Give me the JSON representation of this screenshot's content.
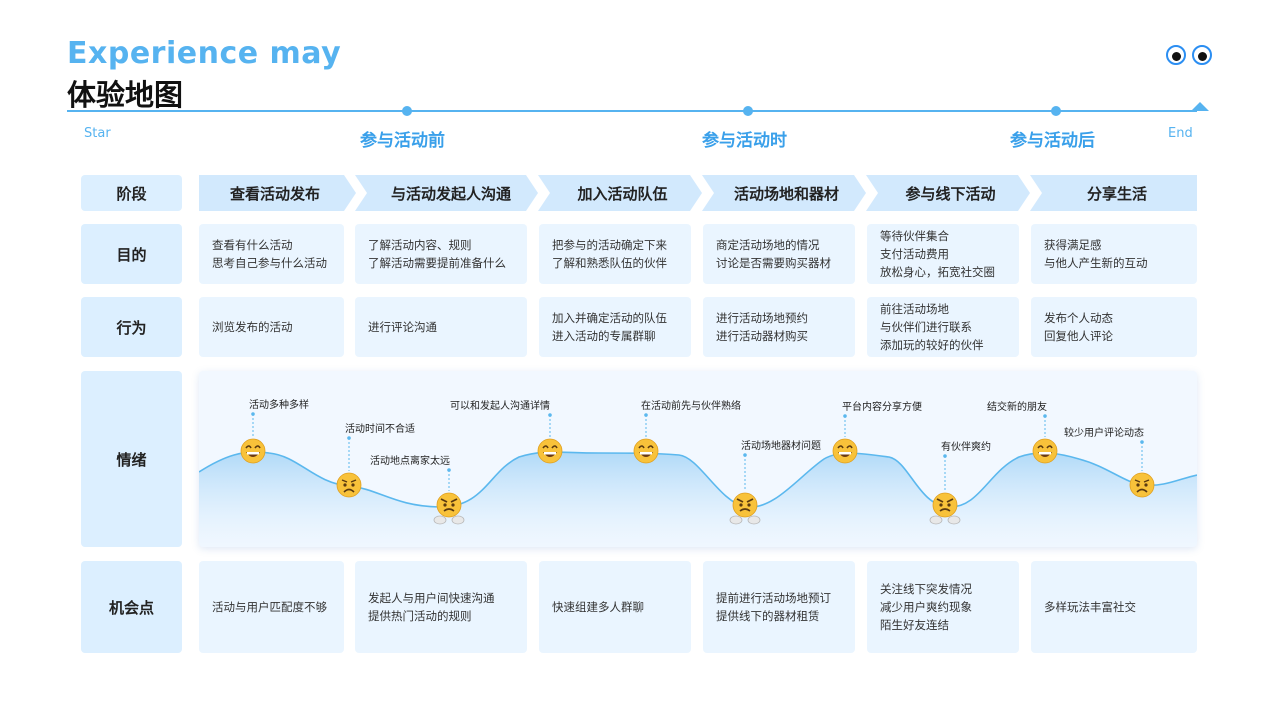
{
  "header": {
    "title_en": "Experience may",
    "title_cn": "体验地图"
  },
  "timeline": {
    "start": "Star",
    "end": "End",
    "phases": [
      "参与活动前",
      "参与活动时",
      "参与活动后"
    ]
  },
  "rows": {
    "stage_label": "阶段",
    "goal_label": "目的",
    "behavior_label": "行为",
    "emotion_label": "情绪",
    "opportunity_label": "机会点"
  },
  "stages": [
    "查看活动发布",
    "与活动发起人沟通",
    "加入活动队伍",
    "活动场地和器材",
    "参与线下活动",
    "分享生活"
  ],
  "goals": [
    [
      "查看有什么活动",
      "思考自己参与什么活动"
    ],
    [
      "了解活动内容、规则",
      "了解活动需要提前准备什么"
    ],
    [
      "把参与的活动确定下来",
      "了解和熟悉队伍的伙伴"
    ],
    [
      "商定活动场地的情况",
      "讨论是否需要购买器材"
    ],
    [
      "等待伙伴集合",
      "支付活动费用",
      "放松身心，拓宽社交圈"
    ],
    [
      "获得满足感",
      "与他人产生新的互动"
    ]
  ],
  "behaviors": [
    [
      "浏览发布的活动"
    ],
    [
      "进行评论沟通"
    ],
    [
      "加入并确定活动的队伍",
      "进入活动的专属群聊"
    ],
    [
      "进行活动场地预约",
      "进行活动器材购买"
    ],
    [
      "前往活动场地",
      "与伙伴们进行联系",
      "添加玩的较好的伙伴"
    ],
    [
      "发布个人动态",
      "回复他人评论"
    ]
  ],
  "emotions": [
    {
      "label": "活动多种多样",
      "mood": "happy"
    },
    {
      "label": "活动时间不合适",
      "mood": "sad"
    },
    {
      "label": "活动地点离家太远",
      "mood": "angry"
    },
    {
      "label": "可以和发起人沟通详情",
      "mood": "happy"
    },
    {
      "label": "在活动前先与伙伴熟络",
      "mood": "happy"
    },
    {
      "label": "活动场地器材问题",
      "mood": "angry"
    },
    {
      "label": "平台内容分享方便",
      "mood": "happy"
    },
    {
      "label": "有伙伴爽约",
      "mood": "angry"
    },
    {
      "label": "结交新的朋友",
      "mood": "happy"
    },
    {
      "label": "较少用户评论动态",
      "mood": "sad"
    }
  ],
  "opportunities": [
    [
      "活动与用户匹配度不够"
    ],
    [
      "发起人与用户间快速沟通",
      "提供热门活动的规则"
    ],
    [
      "快速组建多人群聊"
    ],
    [
      "提前进行活动场地预订",
      "提供线下的器材租赁"
    ],
    [
      "关注线下突发情况",
      "减少用户爽约现象",
      "陌生好友连结"
    ],
    [
      "多样玩法丰富社交"
    ]
  ],
  "colors": {
    "accent": "#56b3f0",
    "row_label_bg": "#dcefff",
    "cell_bg": "#eaf5ff",
    "stage_bg": "#d2e9fd",
    "curve": "#5bb8ee",
    "emoji_face": "#f8c23a"
  },
  "icons": {
    "eyes": "eyes-icon",
    "happy": "grinning-face-icon",
    "sad": "frowning-face-icon",
    "angry": "steaming-angry-face-icon"
  }
}
